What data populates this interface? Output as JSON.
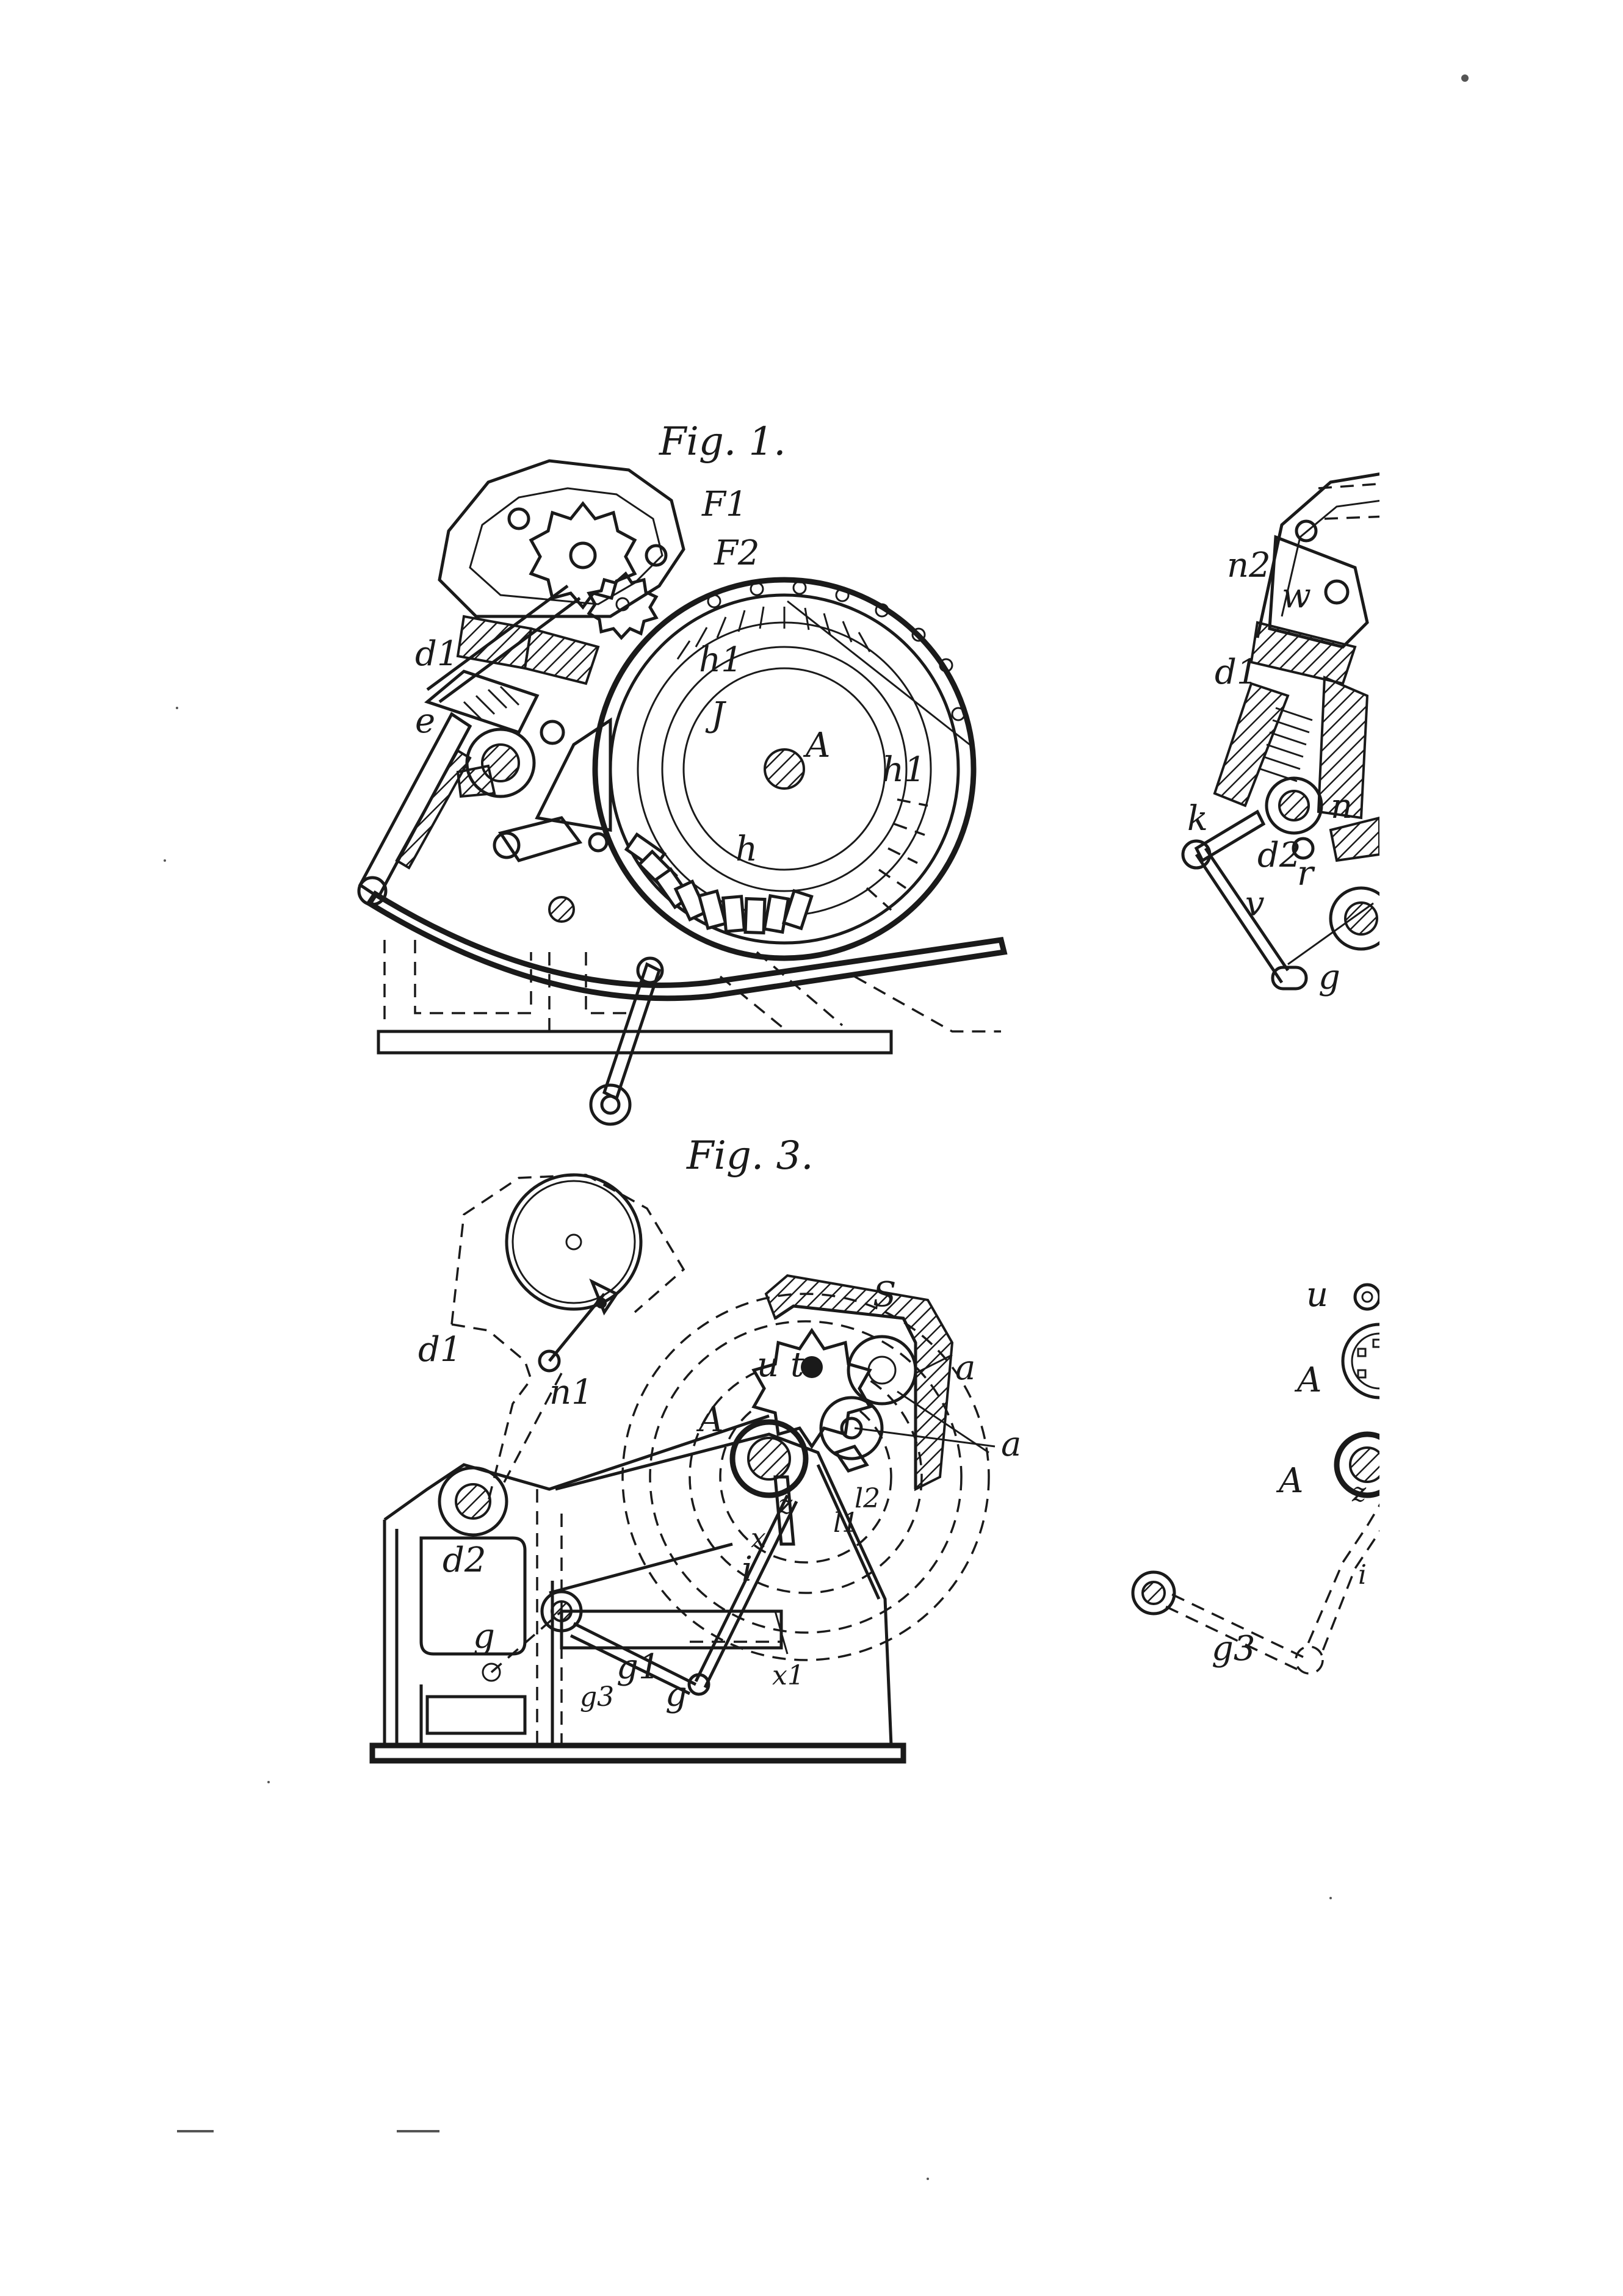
{
  "figures": [
    {
      "caption": "Fig. 1.",
      "labels": [
        "F1",
        "F2",
        "d1",
        "e",
        "J",
        "h1",
        "h1",
        "A",
        "h"
      ]
    },
    {
      "caption": "",
      "labels": [
        "n2",
        "w",
        "d1",
        "k",
        "d2",
        "r",
        "n",
        "v",
        "g"
      ]
    },
    {
      "caption": "Fig. 3.",
      "labels": [
        "d1",
        "n1",
        "S",
        "u",
        "t",
        "a",
        "a",
        "A",
        "z",
        "l2",
        "l1",
        "i",
        "x",
        "d2",
        "g",
        "g1",
        "g3",
        "g",
        "x1"
      ]
    },
    {
      "caption": "",
      "labels": [
        "u",
        "A",
        "A",
        "z",
        "i",
        "g3"
      ]
    }
  ]
}
